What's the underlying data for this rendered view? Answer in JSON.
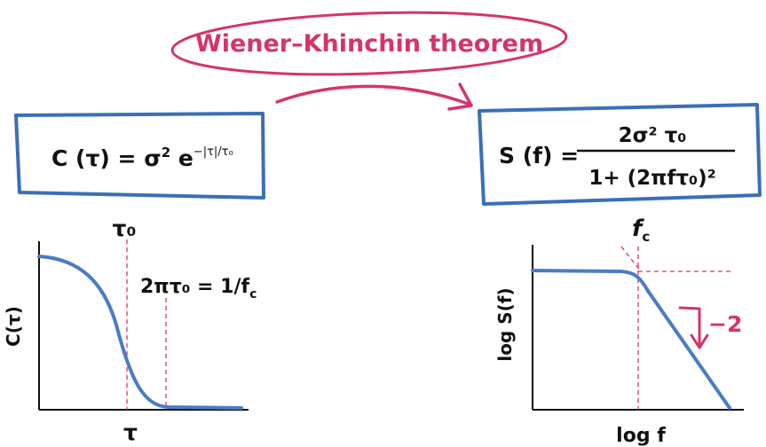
{
  "theorem": {
    "label": "Wiener–Khinchin theorem",
    "color": "#d6336c"
  },
  "left_formula": {
    "lhs": "C (τ) = σ",
    "sup2": "2",
    "base": " e",
    "exponent": "−|τ|/τ₀"
  },
  "right_formula": {
    "lhs": "S (f) =",
    "numerator": "2σ² τ₀",
    "denominator": "1+ (2πfτ₀)²"
  },
  "left_plot": {
    "ylabel": "C(τ)",
    "xlabel": "τ",
    "marker_label": "τ₀",
    "annotation": "2πτ₀ = 1/f",
    "annotation_sub": "c"
  },
  "right_plot": {
    "ylabel": "log S(f)",
    "xlabel": "log f",
    "marker_label": "f",
    "marker_sub": "c",
    "slope_label": "−2"
  },
  "colors": {
    "box": "#3a6fb8",
    "curve": "#4a7cc4",
    "accent": "#d6336c"
  }
}
